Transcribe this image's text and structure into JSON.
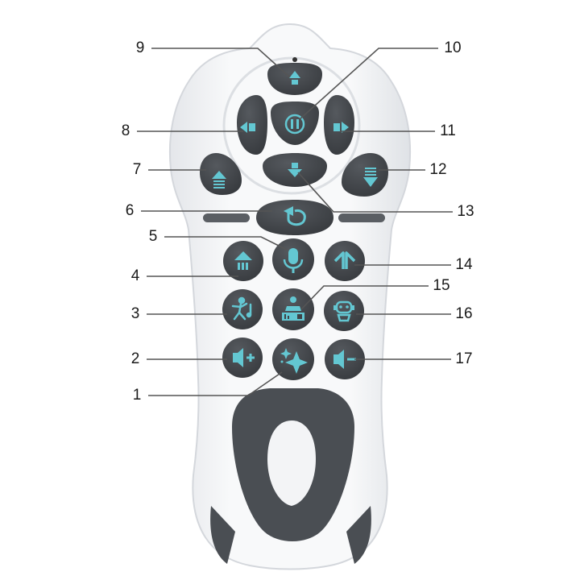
{
  "colors": {
    "body": "#f1f2f4",
    "body_edge": "#d4d7dc",
    "button": "#3f4246",
    "button_hi": "#55595e",
    "icon": "#63c7d2",
    "leader": "#555555",
    "grip": "#4c5055"
  },
  "callouts": [
    {
      "number": "1",
      "icon": "sparkle-icon"
    },
    {
      "number": "2",
      "icon": "volume-up-icon"
    },
    {
      "number": "3",
      "icon": "dance-icon"
    },
    {
      "number": "4",
      "icon": "home-icon"
    },
    {
      "number": "5",
      "icon": "microphone-icon"
    },
    {
      "number": "6",
      "icon": "return-icon"
    },
    {
      "number": "7",
      "icon": "tilt-up-icon"
    },
    {
      "number": "8",
      "icon": "turn-left-icon"
    },
    {
      "number": "9",
      "icon": "forward-icon"
    },
    {
      "number": "10",
      "icon": "pause-icon"
    },
    {
      "number": "11",
      "icon": "turn-right-icon"
    },
    {
      "number": "12",
      "icon": "tilt-down-icon"
    },
    {
      "number": "13",
      "icon": "backward-icon"
    },
    {
      "number": "14",
      "icon": "speed-up-icon"
    },
    {
      "number": "15",
      "icon": "dj-music-icon"
    },
    {
      "number": "16",
      "icon": "robot-icon"
    },
    {
      "number": "17",
      "icon": "volume-down-icon"
    }
  ]
}
